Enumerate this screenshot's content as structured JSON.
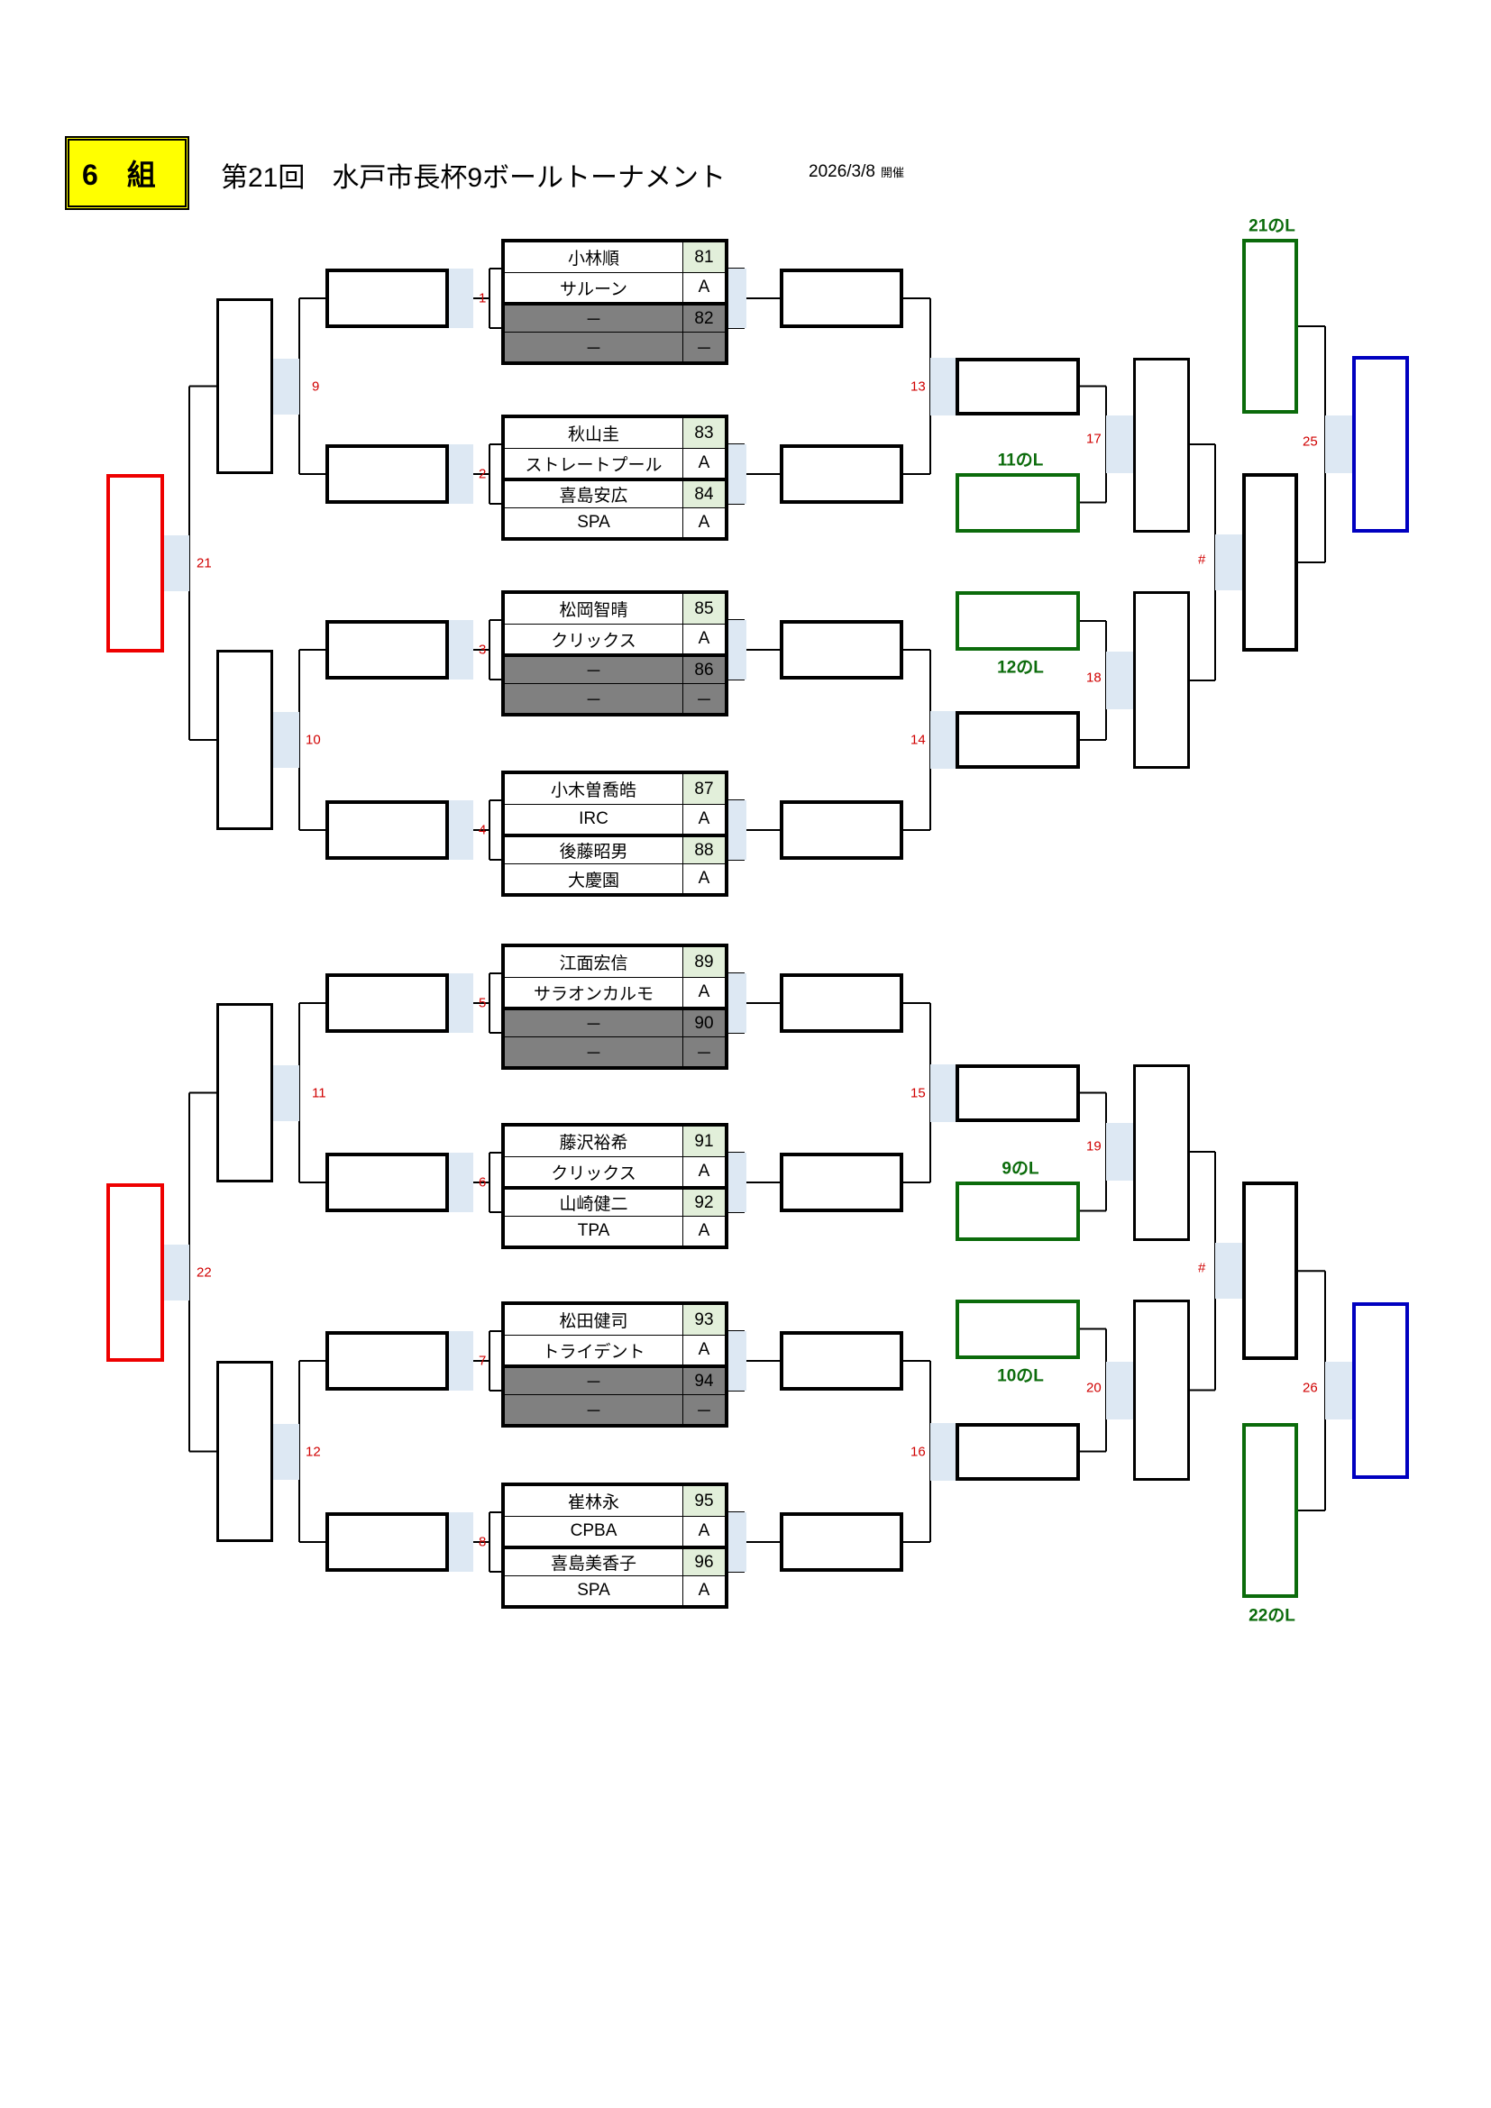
{
  "header": {
    "group": "6　組",
    "title": "第21回　水戸市長杯9ボールトーナメント",
    "date": "2026/3/8",
    "held": "開催"
  },
  "matches": [
    {
      "no": "1",
      "rows": [
        {
          "name": "小林順",
          "score": "81"
        },
        {
          "name": "サルーン",
          "score": "A"
        },
        {
          "name": "－",
          "score": "82"
        },
        {
          "name": "－",
          "score": "－"
        }
      ],
      "bye": true
    },
    {
      "no": "2",
      "rows": [
        {
          "name": "秋山圭",
          "score": "83"
        },
        {
          "name": "ストレートプール",
          "score": "A"
        },
        {
          "name": "喜島安広",
          "score": "84"
        },
        {
          "name": "SPA",
          "score": "A"
        }
      ],
      "bye": false
    },
    {
      "no": "3",
      "rows": [
        {
          "name": "松岡智晴",
          "score": "85"
        },
        {
          "name": "クリックス",
          "score": "A"
        },
        {
          "name": "－",
          "score": "86"
        },
        {
          "name": "－",
          "score": "－"
        }
      ],
      "bye": true
    },
    {
      "no": "4",
      "rows": [
        {
          "name": "小木曽喬皓",
          "score": "87"
        },
        {
          "name": "IRC",
          "score": "A"
        },
        {
          "name": "後藤昭男",
          "score": "88"
        },
        {
          "name": "大慶園",
          "score": "A"
        }
      ],
      "bye": false
    },
    {
      "no": "5",
      "rows": [
        {
          "name": "江面宏信",
          "score": "89"
        },
        {
          "name": "サラオンカルモ",
          "score": "A"
        },
        {
          "name": "－",
          "score": "90"
        },
        {
          "name": "－",
          "score": "－"
        }
      ],
      "bye": true
    },
    {
      "no": "6",
      "rows": [
        {
          "name": "藤沢裕希",
          "score": "91"
        },
        {
          "name": "クリックス",
          "score": "A"
        },
        {
          "name": "山崎健二",
          "score": "92"
        },
        {
          "name": "TPA",
          "score": "A"
        }
      ],
      "bye": false
    },
    {
      "no": "7",
      "rows": [
        {
          "name": "松田健司",
          "score": "93"
        },
        {
          "name": "トライデント",
          "score": "A"
        },
        {
          "name": "－",
          "score": "94"
        },
        {
          "name": "－",
          "score": "－"
        }
      ],
      "bye": true
    },
    {
      "no": "8",
      "rows": [
        {
          "name": "崔林永",
          "score": "95"
        },
        {
          "name": "CPBA",
          "score": "A"
        },
        {
          "name": "喜島美香子",
          "score": "96"
        },
        {
          "name": "SPA",
          "score": "A"
        }
      ],
      "bye": false
    }
  ],
  "round_numbers": {
    "top": {
      "left_a": "9",
      "left_b": "10",
      "final_left": "21",
      "right_a": "13",
      "right_b": "14",
      "right_c": "17",
      "right_d": "18",
      "right_e": "#",
      "right_f": "25"
    },
    "bottom": {
      "left_a": "11",
      "left_b": "12",
      "final_left": "22",
      "right_a": "15",
      "right_b": "16",
      "right_c": "19",
      "right_d": "20",
      "right_e": "#",
      "right_f": "26"
    }
  },
  "loser_labels": {
    "top": {
      "a": "11のL",
      "b": "12のL",
      "c": "21のL"
    },
    "bottom": {
      "a": "9のL",
      "b": "10のL",
      "c": "22のL"
    }
  },
  "colors": {
    "badge": "#ffff00",
    "loser_box": "#0b6b0b",
    "champion_left": "#ee0000",
    "champion_right": "#0000c0",
    "match_number": "#d00000",
    "bye_row": "#808080",
    "seed_cell": "#e2efda"
  }
}
